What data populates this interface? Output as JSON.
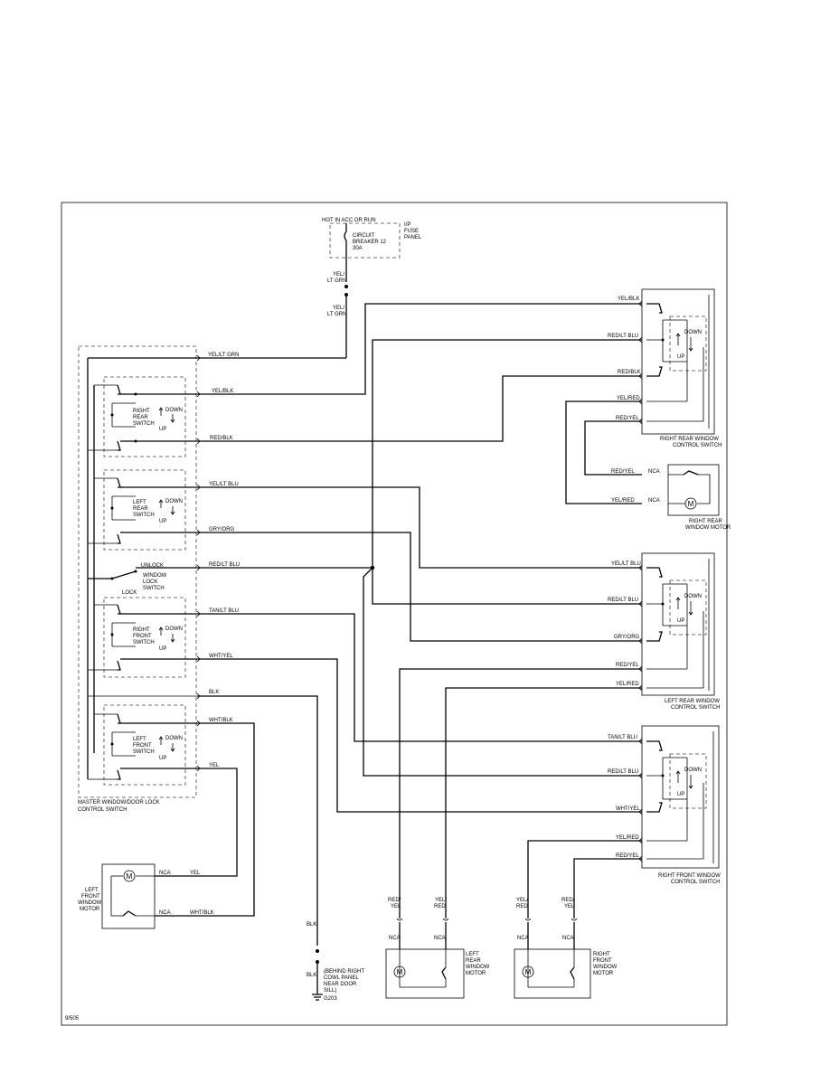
{
  "fuse": {
    "hot_label": "HOT IN ACC OR RUN",
    "panel_label": [
      "I/P",
      "FUSE",
      "PANEL"
    ],
    "breaker_label": [
      "CIRCUIT",
      "BREAKER 12",
      "30A"
    ]
  },
  "wires": {
    "yel_lt_grn_split": [
      "YEL/",
      "LT GRN"
    ],
    "yel_lt_grn": "YEL/LT GRN",
    "yel_blk": "YEL/BLK",
    "red_blk": "RED/BLK",
    "yel_lt_blu": "YEL/LT BLU",
    "gry_org": "GRY/ORG",
    "red_lt_blu": "RED/LT BLU",
    "tan_lt_blu": "TAN/LT BLU",
    "wht_yel": "WHT/YEL",
    "blk": "BLK",
    "wht_blk": "WHT/BLK",
    "yel": "YEL",
    "yel_red": "YEL/RED",
    "red_yel": "RED/YEL",
    "red_yel_split": [
      "RED/",
      "YEL"
    ],
    "yel_red_split": [
      "YEL/",
      "RED"
    ],
    "nca": "NCA"
  },
  "switches": {
    "down": "DOWN",
    "up": "UP",
    "unlock": "UNLOCK",
    "lock": "LOCK",
    "window_lock": [
      "WINDOW",
      "LOCK",
      "SWITCH"
    ],
    "right_rear": [
      "RIGHT",
      "REAR",
      "SWITCH"
    ],
    "left_rear": [
      "LEFT",
      "REAR",
      "SWITCH"
    ],
    "right_front": [
      "RIGHT",
      "FRONT",
      "SWITCH"
    ],
    "left_front": [
      "LEFT",
      "FRONT",
      "SWITCH"
    ]
  },
  "components": {
    "master": [
      "MASTER WINDOW/DOOR LOCK",
      "CONTROL SWITCH"
    ],
    "rr_control": [
      "RIGHT REAR WINDOW",
      "CONTROL SWITCH"
    ],
    "lr_control": [
      "LEFT REAR WINDOW",
      "CONTROL SWITCH"
    ],
    "rf_control": [
      "RIGHT FRONT WINDOW",
      "CONTROL SWITCH"
    ],
    "rr_motor": [
      "RIGHT REAR",
      "WINDOW MOTOR"
    ],
    "lf_motor": [
      "LEFT",
      "FRONT",
      "WINDOW",
      "MOTOR"
    ],
    "lr_motor": [
      "LEFT",
      "REAR",
      "WINDOW",
      "MOTOR"
    ],
    "rf_motor": [
      "RIGHT",
      "FRONT",
      "WINDOW",
      "MOTOR"
    ],
    "motor_symbol": "M"
  },
  "ground": {
    "label": [
      "(BEHIND RIGHT",
      "COWL PANEL",
      "NEAR DOOR",
      "SILL)"
    ],
    "id": "G203"
  },
  "footer": {
    "code": "9/505"
  }
}
